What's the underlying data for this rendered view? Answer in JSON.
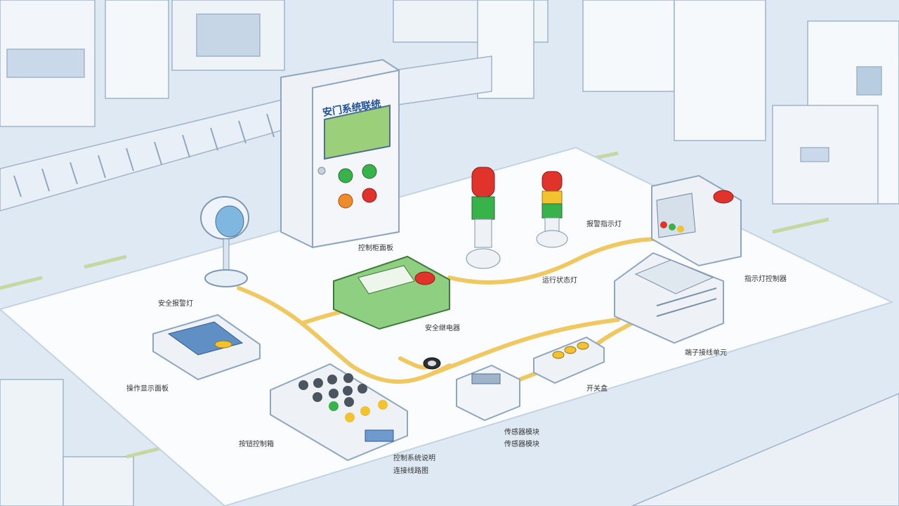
{
  "panel": {
    "title": "安门系统联统"
  },
  "labels": {
    "control_cabinet": "控制柜面板",
    "beacon_light": "安全报警灯",
    "safety_relay": "安全继电器",
    "light_tower_red": "报警指示灯",
    "light_tower_green": "运行状态灯",
    "indicator_unit": "指示灯控制器",
    "terminal_unit": "端子接线单元",
    "hmi_panel": "操作显示面板",
    "keypad_panel": "按钮控制箱",
    "sensor_module": "传感器模块",
    "switch_box": "开关盒",
    "bottom_note_1": "控制系统说明",
    "bottom_note_2": "连接线路图"
  },
  "colors": {
    "floor": "#dfe9f3",
    "platform": "#fbfcfd",
    "cable": "#f0c862",
    "cabinet": "#eef1f5",
    "screen": "#9ccf7a",
    "relay_green": "#8fcf82",
    "red": "#e0332b",
    "green": "#38b24a",
    "orange": "#f08a2a",
    "yellow": "#f2c230"
  }
}
